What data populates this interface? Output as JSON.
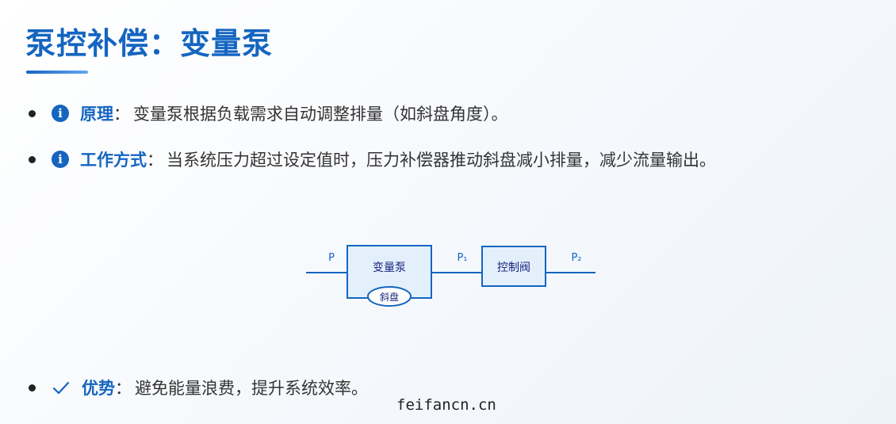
{
  "title": "泵控补偿：变量泵",
  "bullets": [
    {
      "icon": "info-icon",
      "term": "原理",
      "sep": "：",
      "text": "变量泵根据负载需求自动调整排量（如斜盘角度）。"
    },
    {
      "icon": "info-icon",
      "term": "工作方式",
      "sep": "：",
      "text": "当系统压力超过设定值时，压力补偿器推动斜盘减小排量，减少流量输出。"
    },
    {
      "icon": "check-icon",
      "term": "优势",
      "sep": "：",
      "text": "避免能量浪费，提升系统效率。"
    }
  ],
  "diagram": {
    "pump_label": "变量泵",
    "swashplate_label": "斜盘",
    "valve_label": "控制阀",
    "p_label": "P",
    "p1_label": "P₁",
    "p2_label": "P₂"
  },
  "colors": {
    "accent": "#1565c0",
    "box_fill": "#e3f0fc"
  },
  "watermark": "feifancn.cn"
}
